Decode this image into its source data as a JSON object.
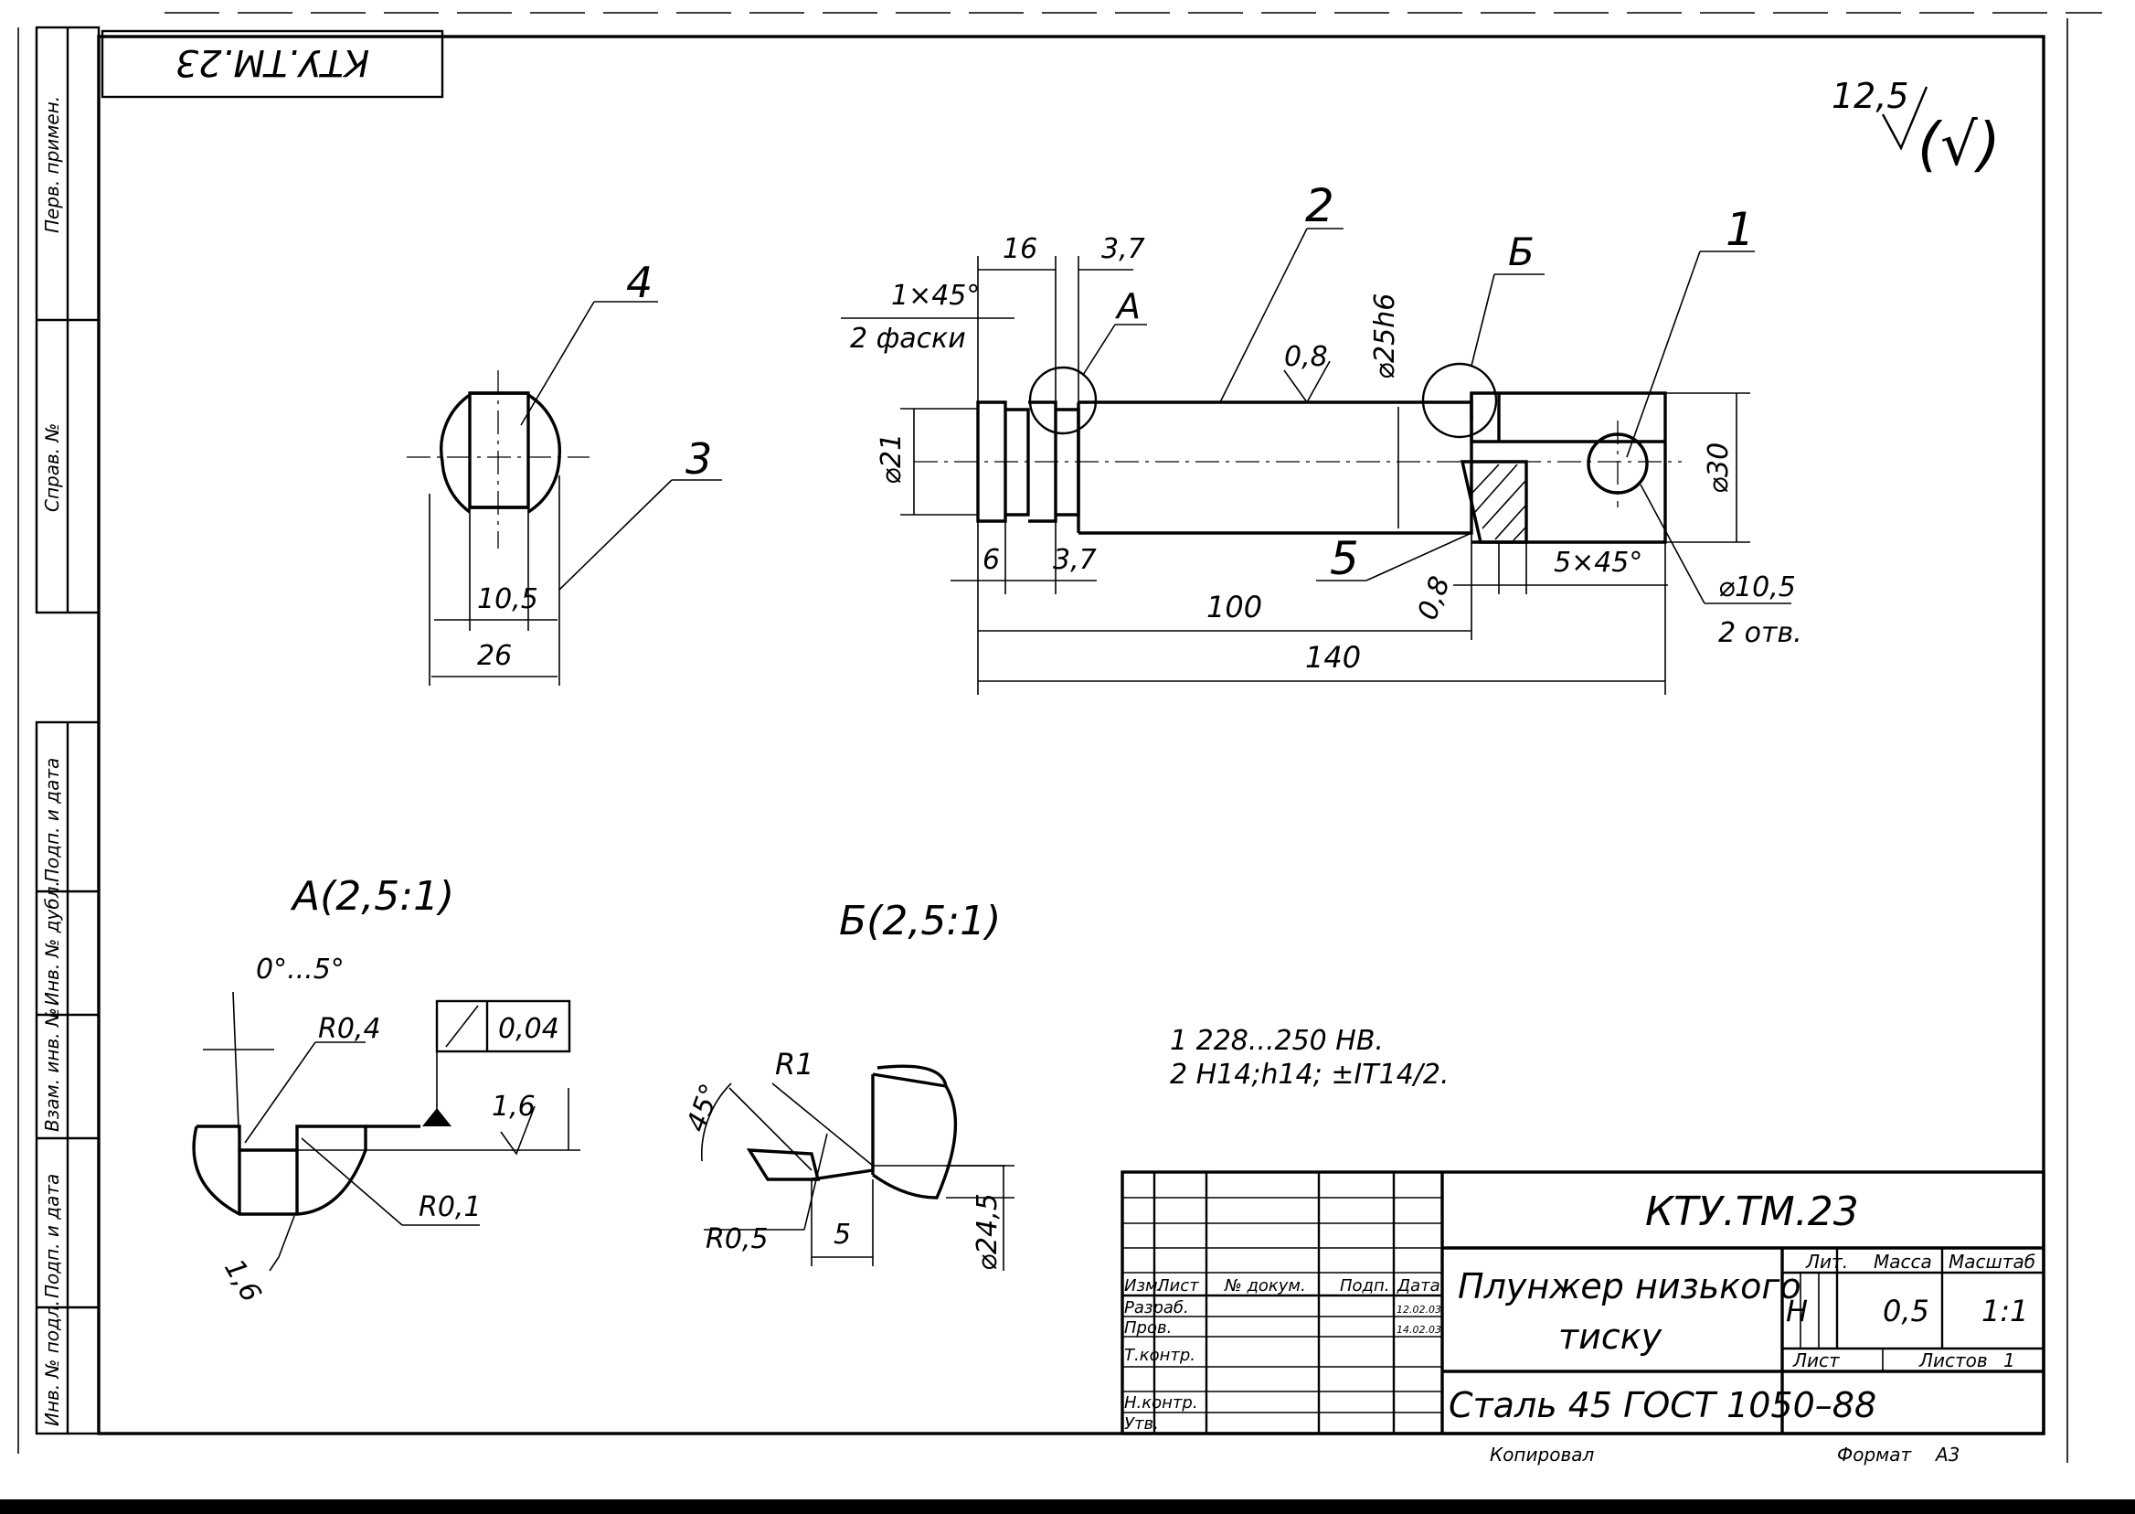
{
  "designation_stamp": "КТУ.ТМ.23",
  "roughness_general": {
    "value": "12,5",
    "extra": "(√)"
  },
  "side_strip": {
    "top": [
      "Перв. примен.",
      "Справ. №"
    ],
    "bottom": [
      "Подп. и дата",
      "Инв. № дубл.",
      "Взам. инв. №",
      "Подп. и дата",
      "Инв. № подл."
    ]
  },
  "end_view": {
    "dims": {
      "width": "10,5",
      "overall": "26"
    },
    "callouts": {
      "flat": "4",
      "edge": "3"
    }
  },
  "main_view": {
    "callouts": {
      "c1": "1",
      "c2": "2",
      "c5": "5",
      "detail_a": "А",
      "detail_b": "Б"
    },
    "dims": {
      "d16": "16",
      "d37_top": "3,7",
      "chamfer": "1×45°",
      "chamfer_note": "2 фаски",
      "roughness_08_top": "0,8",
      "dia25": "⌀25h6",
      "dia21": "⌀21",
      "dia30": "⌀30",
      "d6": "6",
      "d37_bot": "3,7",
      "chamfer5": "5×45°",
      "roughness_08_bot": "0,8",
      "hole_dia": "⌀10,5",
      "hole_note": "2 отв.",
      "d100": "100",
      "d140": "140"
    }
  },
  "detail_a": {
    "title": "А(2,5:1)",
    "angle": "0°...5°",
    "r04": "R0,4",
    "r01": "R0,1",
    "r16_left": "1,6",
    "r16_right": "1,6",
    "tol_value": "0,04"
  },
  "detail_b": {
    "title": "Б(2,5:1)",
    "r1": "R1",
    "angle45": "45°",
    "r05": "R0,5",
    "d5": "5",
    "dia245": "⌀24,5"
  },
  "notes": [
    "1 228...250 НВ.",
    "2 Н14;h14; ±IT14/2."
  ],
  "title_block": {
    "designation": "КТУ.ТМ.23",
    "name_line1": "Плунжер низького",
    "name_line2": "тиску",
    "material": "Сталь 45  ГОСТ 1050–88",
    "hdr_lit": "Лит.",
    "hdr_mass": "Масса",
    "hdr_scale": "Масштаб",
    "lit": "Н",
    "mass": "0,5",
    "scale": "1:1",
    "sheet_label": "Лист",
    "sheets_label": "Листов",
    "sheets_value": "1",
    "col_izm": "Изм.",
    "col_list": "Лист",
    "col_doc": "№ докум.",
    "col_sign": "Подп.",
    "col_date": "Дата",
    "row_razrab": "Разраб.",
    "row_prov": "Пров.",
    "row_tkontr": "Т.контр.",
    "row_nkontr": "Н.контр.",
    "row_utv": "Утв.",
    "date1": "12.02.03",
    "date2": "14.02.03"
  },
  "footer": {
    "copied": "Копировал",
    "format_label": "Формат",
    "format_value": "А3"
  }
}
